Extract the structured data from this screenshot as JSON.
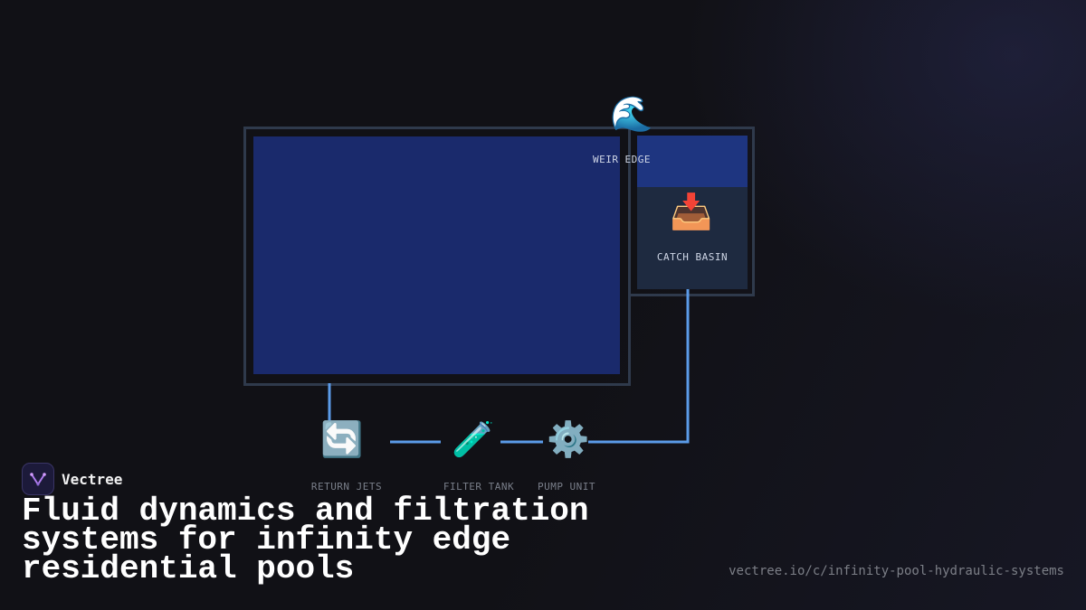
{
  "diagram": {
    "nodes": {
      "weir_edge": {
        "label": "WEIR EDGE",
        "icon": "water-wave-icon"
      },
      "catch_basin": {
        "label": "CATCH BASIN",
        "icon": "inbox-tray-icon"
      },
      "return_jets": {
        "label": "RETURN JETS",
        "icon": "cycle-arrows-icon"
      },
      "filter_tank": {
        "label": "FILTER TANK",
        "icon": "test-tube-icon"
      },
      "pump_unit": {
        "label": "PUMP UNIT",
        "icon": "gear-icon"
      }
    },
    "colors": {
      "pool_water": "#1a2a6c",
      "basin_water": "#1e3580",
      "pipe": "#5b9be8",
      "frame": "#2f3a4c"
    }
  },
  "footer": {
    "brand": "Vectree",
    "title": "Fluid dynamics and filtration systems for infinity edge residential pools",
    "url": "vectree.io/c/infinity-pool-hydraulic-systems"
  }
}
